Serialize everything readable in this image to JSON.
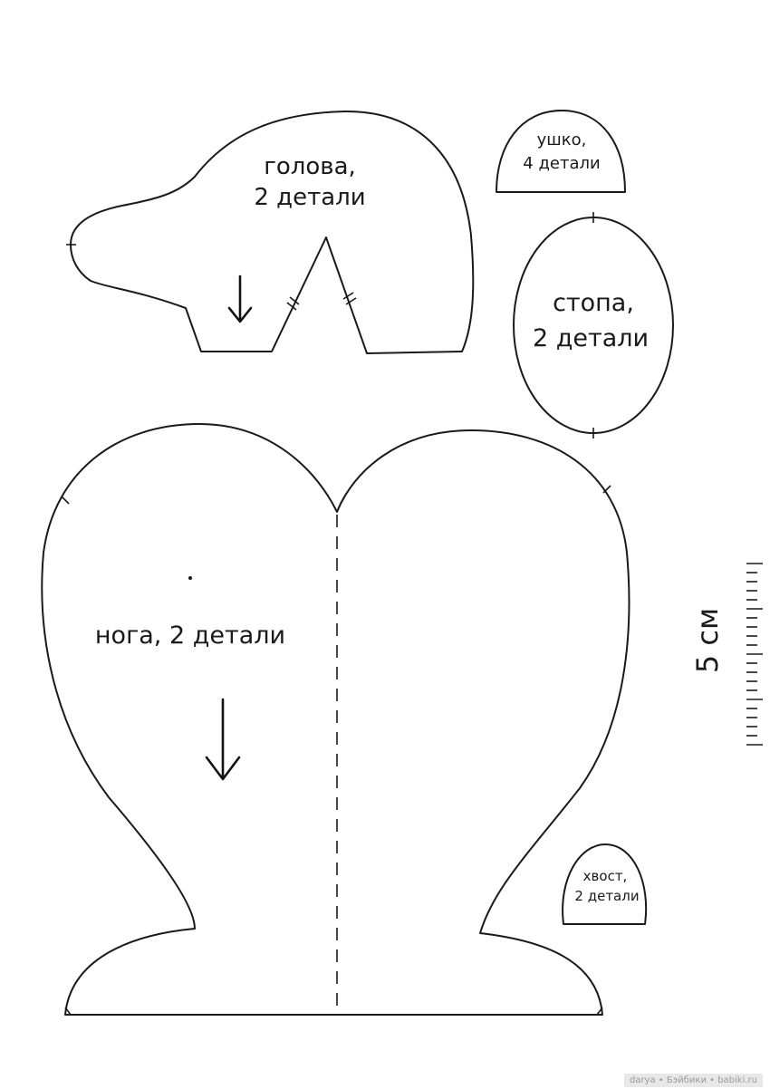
{
  "pieces": {
    "head": {
      "line1": "голова,",
      "line2": "2 детали"
    },
    "ear": {
      "line1": "ушко,",
      "line2": "4 детали"
    },
    "foot": {
      "line1": "стопа,",
      "line2": "2 детали"
    },
    "leg": {
      "label": "нога, 2 детали"
    },
    "tail": {
      "line1": "хвост,",
      "line2": "2 детали"
    }
  },
  "scale": {
    "label": "5 см"
  },
  "watermark": "darya • Бэйбики • babiki.ru"
}
